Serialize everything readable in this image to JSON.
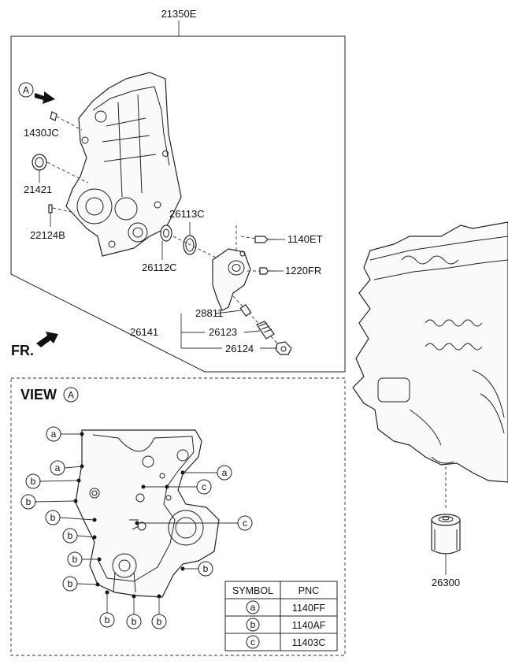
{
  "header": {
    "part_number": "21350E"
  },
  "callouts": {
    "view_marker": "A",
    "p1430jc": "1430JC",
    "p21421": "21421",
    "p22124b": "22124B",
    "p26113c": "26113C",
    "p26112c": "26112C",
    "p1140et": "1140ET",
    "p1220fr": "1220FR",
    "p28811": "28811",
    "p26141": "26141",
    "p26123": "26123",
    "p26124": "26124",
    "p26300": "26300",
    "front": "FR."
  },
  "view": {
    "title": "VIEW",
    "marker": "A"
  },
  "view_symbols": {
    "a": "a",
    "b": "b",
    "c": "c"
  },
  "symbol_table": {
    "headers": [
      "SYMBOL",
      "PNC"
    ],
    "rows": [
      {
        "symbol": "a",
        "pnc": "1140FF"
      },
      {
        "symbol": "b",
        "pnc": "1140AF"
      },
      {
        "symbol": "c",
        "pnc": "11403C"
      }
    ]
  }
}
